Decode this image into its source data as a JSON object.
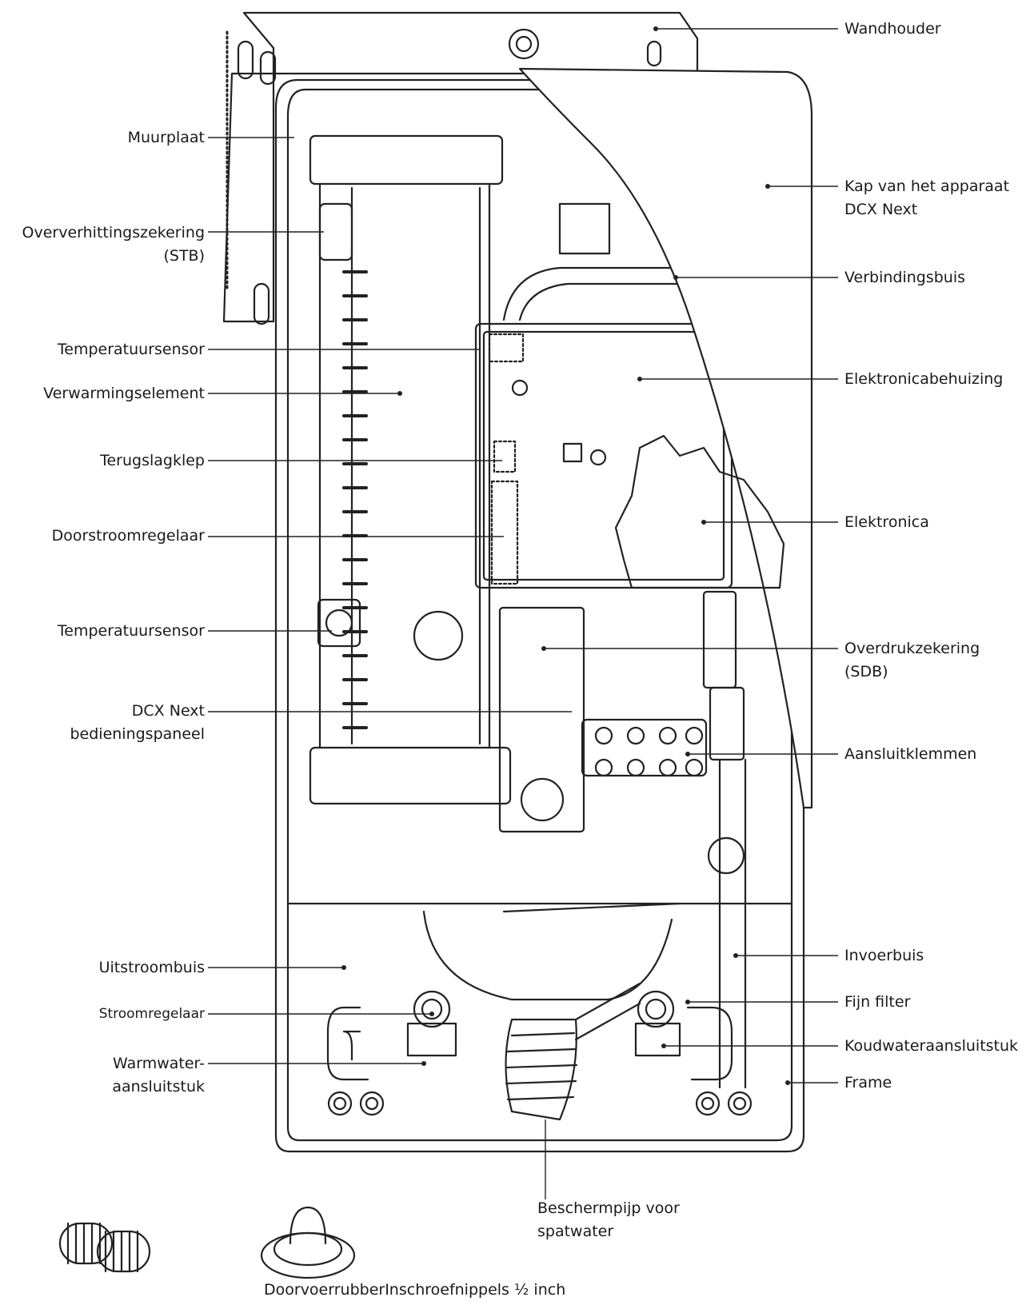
{
  "labels_left": [
    {
      "id": "muurplaat",
      "lines": [
        "Muurplaat"
      ]
    },
    {
      "id": "oververhittingszekering",
      "lines": [
        "Oververhittingszekering",
        "(STB)"
      ]
    },
    {
      "id": "temperatuursensor-1",
      "lines": [
        "Temperatuursensor"
      ]
    },
    {
      "id": "verwarmingselement",
      "lines": [
        "Verwarmingselement"
      ]
    },
    {
      "id": "terugslagklep",
      "lines": [
        "Terugslagklep"
      ]
    },
    {
      "id": "doorstroomregelaar",
      "lines": [
        "Doorstroomregelaar"
      ]
    },
    {
      "id": "temperatuursensor-2",
      "lines": [
        "Temperatuursensor"
      ]
    },
    {
      "id": "bedieningspaneel",
      "lines": [
        "DCX Next",
        "bedieningspaneel"
      ]
    },
    {
      "id": "uitstroombuis",
      "lines": [
        "Uitstroombuis"
      ]
    },
    {
      "id": "stroomregelaar",
      "lines": [
        "Stroomregelaar"
      ]
    },
    {
      "id": "warmwater-aansluitstuk",
      "lines": [
        "Warmwater-",
        "aansluitstuk"
      ]
    }
  ],
  "labels_right": [
    {
      "id": "wandhouder",
      "lines": [
        "Wandhouder"
      ]
    },
    {
      "id": "kap",
      "lines": [
        "Kap van het apparaat",
        "DCX Next"
      ]
    },
    {
      "id": "verbindingsbuis",
      "lines": [
        "Verbindingsbuis"
      ]
    },
    {
      "id": "elektronicabehuizing",
      "lines": [
        "Elektronicabehuizing"
      ]
    },
    {
      "id": "elektronica",
      "lines": [
        "Elektronica"
      ]
    },
    {
      "id": "overdrukzekering",
      "lines": [
        "Overdrukzekering",
        "(SDB)"
      ]
    },
    {
      "id": "aansluitklemmen",
      "lines": [
        "Aansluitklemmen"
      ]
    },
    {
      "id": "invoerbuis",
      "lines": [
        "Invoerbuis"
      ]
    },
    {
      "id": "fijn-filter",
      "lines": [
        "Fijn filter"
      ]
    },
    {
      "id": "koudwater-aansluitstuk",
      "lines": [
        "Koudwateraansluitstuk"
      ]
    },
    {
      "id": "frame",
      "lines": [
        "Frame"
      ]
    }
  ],
  "labels_bottom": [
    {
      "id": "beschermpijp",
      "lines": [
        "Beschermpijp voor",
        "spatwater"
      ]
    }
  ],
  "caption": "DoorvoerrubberInschroefnippels ½ inch"
}
